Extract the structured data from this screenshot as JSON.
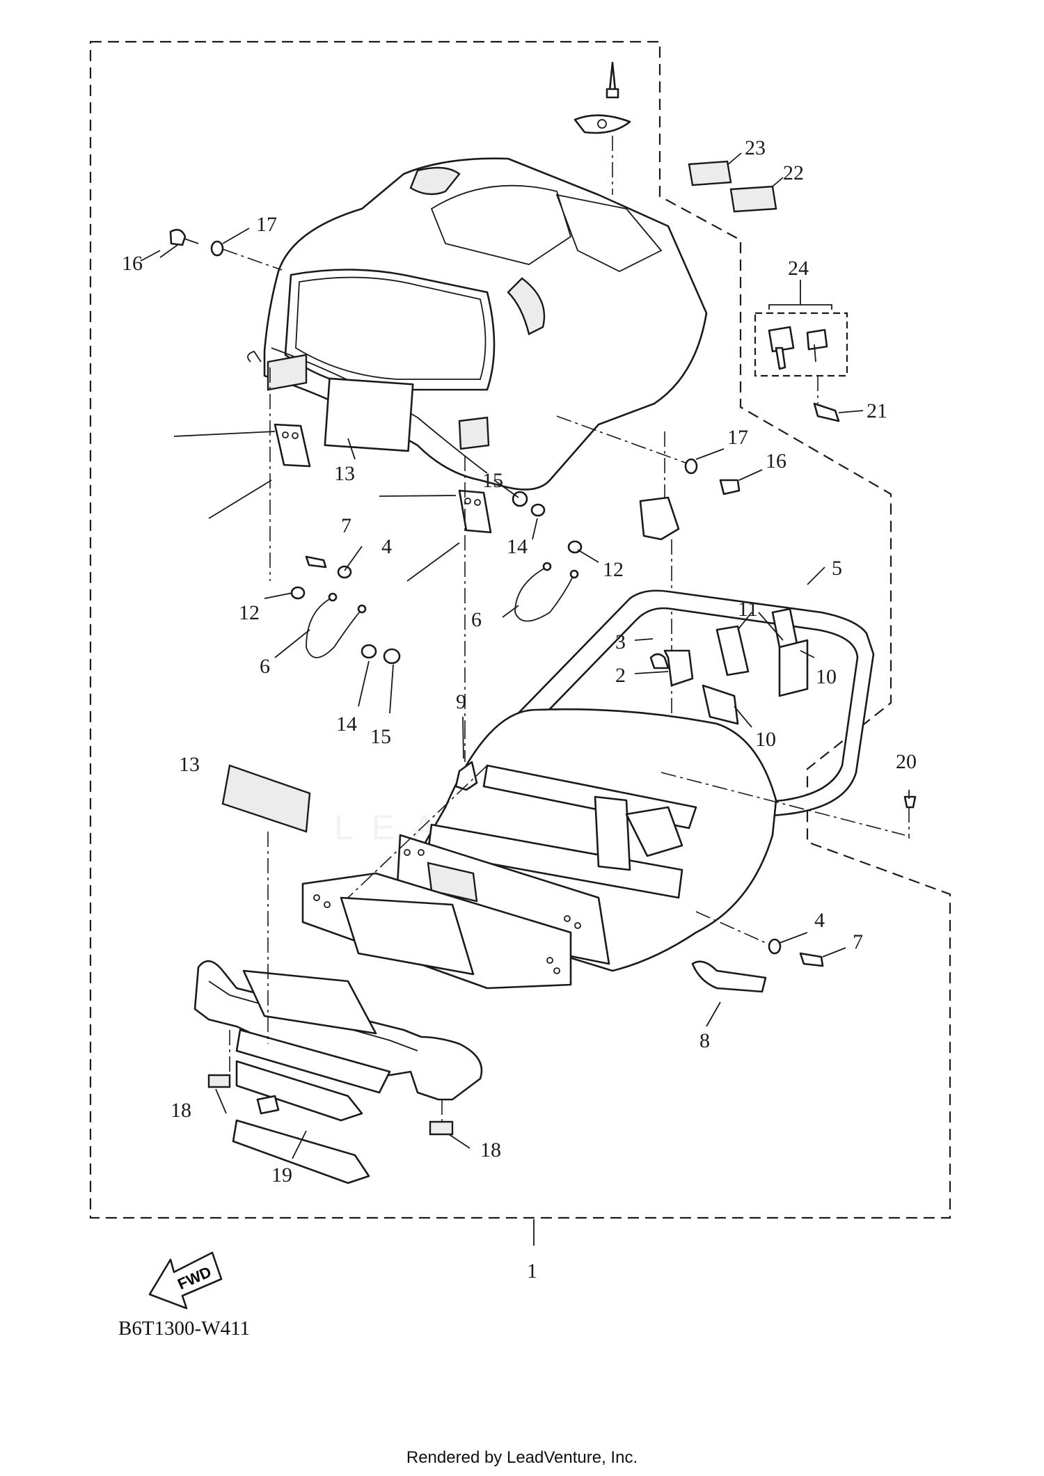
{
  "callouts": {
    "n1": "1",
    "n2": "2",
    "n3": "3",
    "n4a": "4",
    "n4b": "4",
    "n5": "5",
    "n6a": "6",
    "n6b": "6",
    "n7a": "7",
    "n7b": "7",
    "n8": "8",
    "n9": "9",
    "n10a": "10",
    "n10b": "10",
    "n11": "11",
    "n12a": "12",
    "n12b": "12",
    "n13a": "13",
    "n13b": "13",
    "n14a": "14",
    "n14b": "14",
    "n15a": "15",
    "n15b": "15",
    "n16a": "16",
    "n16b": "16",
    "n17a": "17",
    "n17b": "17",
    "n18a": "18",
    "n18b": "18",
    "n19": "19",
    "n20": "20",
    "n21": "21",
    "n22": "22",
    "n23": "23",
    "n24": "24"
  },
  "fwd_label": "FWD",
  "diagram_code": "B6T1300-W411",
  "render_credit": "Rendered by LeadVenture, Inc.",
  "watermark": "LEADVENTURE"
}
